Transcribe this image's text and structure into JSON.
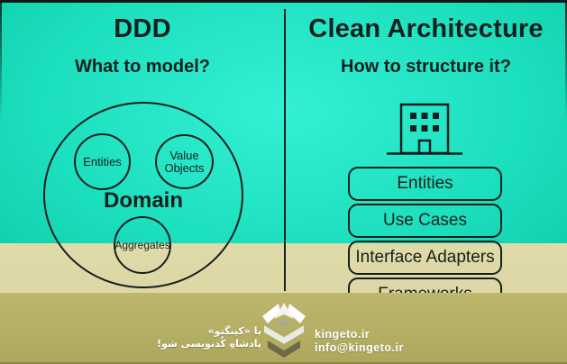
{
  "panels": {
    "ddd": {
      "title": "DDD",
      "subtitle": "What to model?",
      "domain_label": "Domain",
      "circle_entities": "Entities",
      "circle_value_objects": "Value Objects",
      "circle_aggregates": "Aggregates"
    },
    "clean": {
      "title": "Clean Architecture",
      "subtitle": "How to structure it?",
      "layers": [
        "Entities",
        "Use Cases",
        "Interface Adapters",
        "Frameworks"
      ]
    }
  },
  "footer": {
    "slogan_line1": "با «کینگتو»",
    "slogan_line2": "پادشاهِ کُدنویسی شو!",
    "website": "kingeto.ir",
    "email": "info@kingeto.ir"
  },
  "icons": {
    "building": "building-icon",
    "logo": "kingeto-logo"
  },
  "colors": {
    "teal_center": "#31efd3",
    "teal_edge": "#05b595",
    "beige": "#ebe7b6",
    "olive_band": "#b5af66",
    "ink": "#15201e",
    "footer_text": "#ffffff"
  }
}
